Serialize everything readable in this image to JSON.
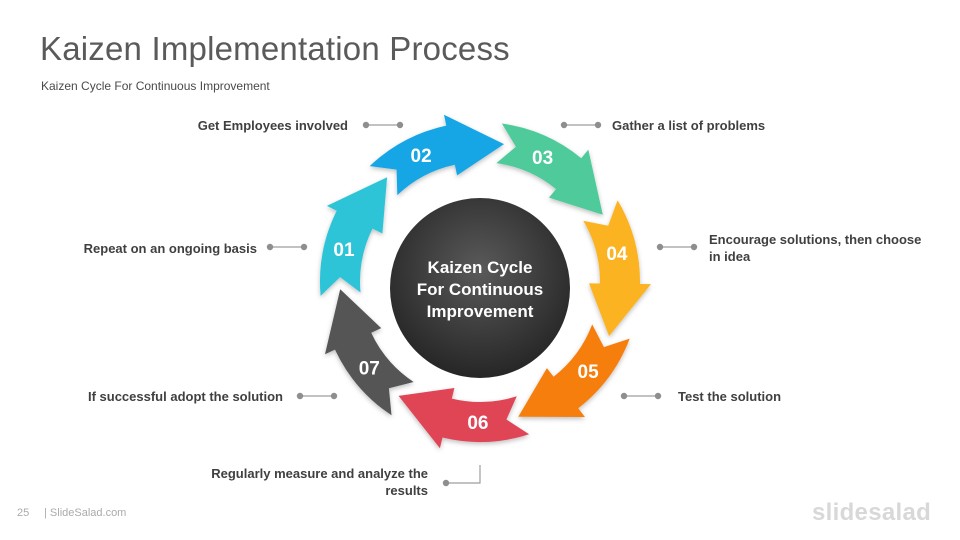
{
  "header": {
    "title": "Kaizen Implementation Process",
    "subtitle": "Kaizen Cycle For Continuous  Improvement"
  },
  "cycle": {
    "center_lines": [
      "Kaizen Cycle",
      "For Continuous",
      "Improvement"
    ],
    "center_color": "#3d3d3d",
    "steps": [
      {
        "number": "01",
        "color": "#2ec4d8",
        "label": "Get Employees involved"
      },
      {
        "number": "02",
        "color": "#16a6e6",
        "label": "Gather a list of problems"
      },
      {
        "number": "03",
        "color": "#4fca9b",
        "label": "Encourage solutions, then choose in idea"
      },
      {
        "number": "04",
        "color": "#fbb323",
        "label": "Test the solution"
      },
      {
        "number": "05",
        "color": "#f57e0e",
        "label": "Regularly measure and analyze the results"
      },
      {
        "number": "06",
        "color": "#e04556",
        "label": "If successful adopt the solution"
      },
      {
        "number": "07",
        "color": "#555555",
        "label": "Repeat on an ongoing basis"
      }
    ]
  },
  "footer": {
    "page": "25",
    "brand": "| SlideSalad.com",
    "logo": "slidesalad"
  }
}
